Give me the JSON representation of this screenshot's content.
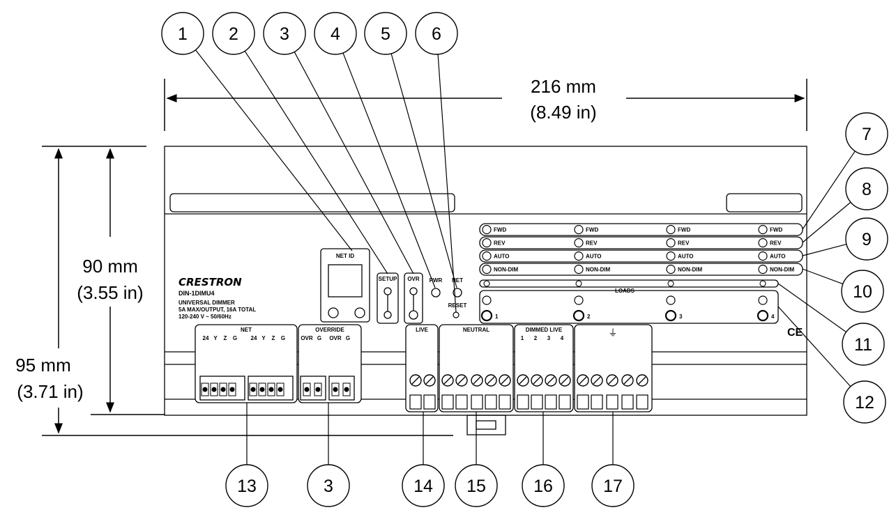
{
  "dimensions": {
    "width_value": "216 mm",
    "width_inches": "(8.49 in)",
    "height_inner_value": "90 mm",
    "height_inner_inches": "(3.55 in)",
    "height_outer_value": "95 mm",
    "height_outer_inches": "(3.71 in)"
  },
  "device": {
    "brand": "CRESTRON",
    "model": "DIN-1DIMU4",
    "line1": "UNIVERSAL DIMMER",
    "line2": "5A MAX/OUTPUT, 16A TOTAL",
    "line3": "120-240 V ~ 50/60Hz",
    "net_id_label": "NET ID",
    "setup_label": "SETUP",
    "ovr_label": "OVR",
    "pwr_label": "PWR",
    "net_label": "NET",
    "reset_label": "RESET",
    "mode_fwd": "FWD",
    "mode_rev": "REV",
    "mode_auto": "AUTO",
    "mode_nondim": "NON-DIM",
    "loads_label": "LOADS",
    "load_numbers": [
      "1",
      "2",
      "3",
      "4"
    ],
    "ce_mark": "CE",
    "net_terminal_label": "NET",
    "net_pins": [
      "24",
      "Y",
      "Z",
      "G",
      "24",
      "Y",
      "Z",
      "G"
    ],
    "override_label": "OVERRIDE",
    "override_pins": [
      "OVR",
      "G",
      "OVR",
      "G"
    ],
    "live_label": "LIVE",
    "neutral_label": "NEUTRAL",
    "dimmed_live_label": "DIMMED LIVE",
    "dimmed_live_pins": [
      "1",
      "2",
      "3",
      "4"
    ],
    "ground_symbol": "⏚"
  },
  "callouts": {
    "top": [
      "1",
      "2",
      "3",
      "4",
      "5",
      "6"
    ],
    "right": [
      "7",
      "8",
      "9",
      "10",
      "11",
      "12"
    ],
    "bottom": [
      "13",
      "3",
      "14",
      "15",
      "16",
      "17"
    ]
  }
}
